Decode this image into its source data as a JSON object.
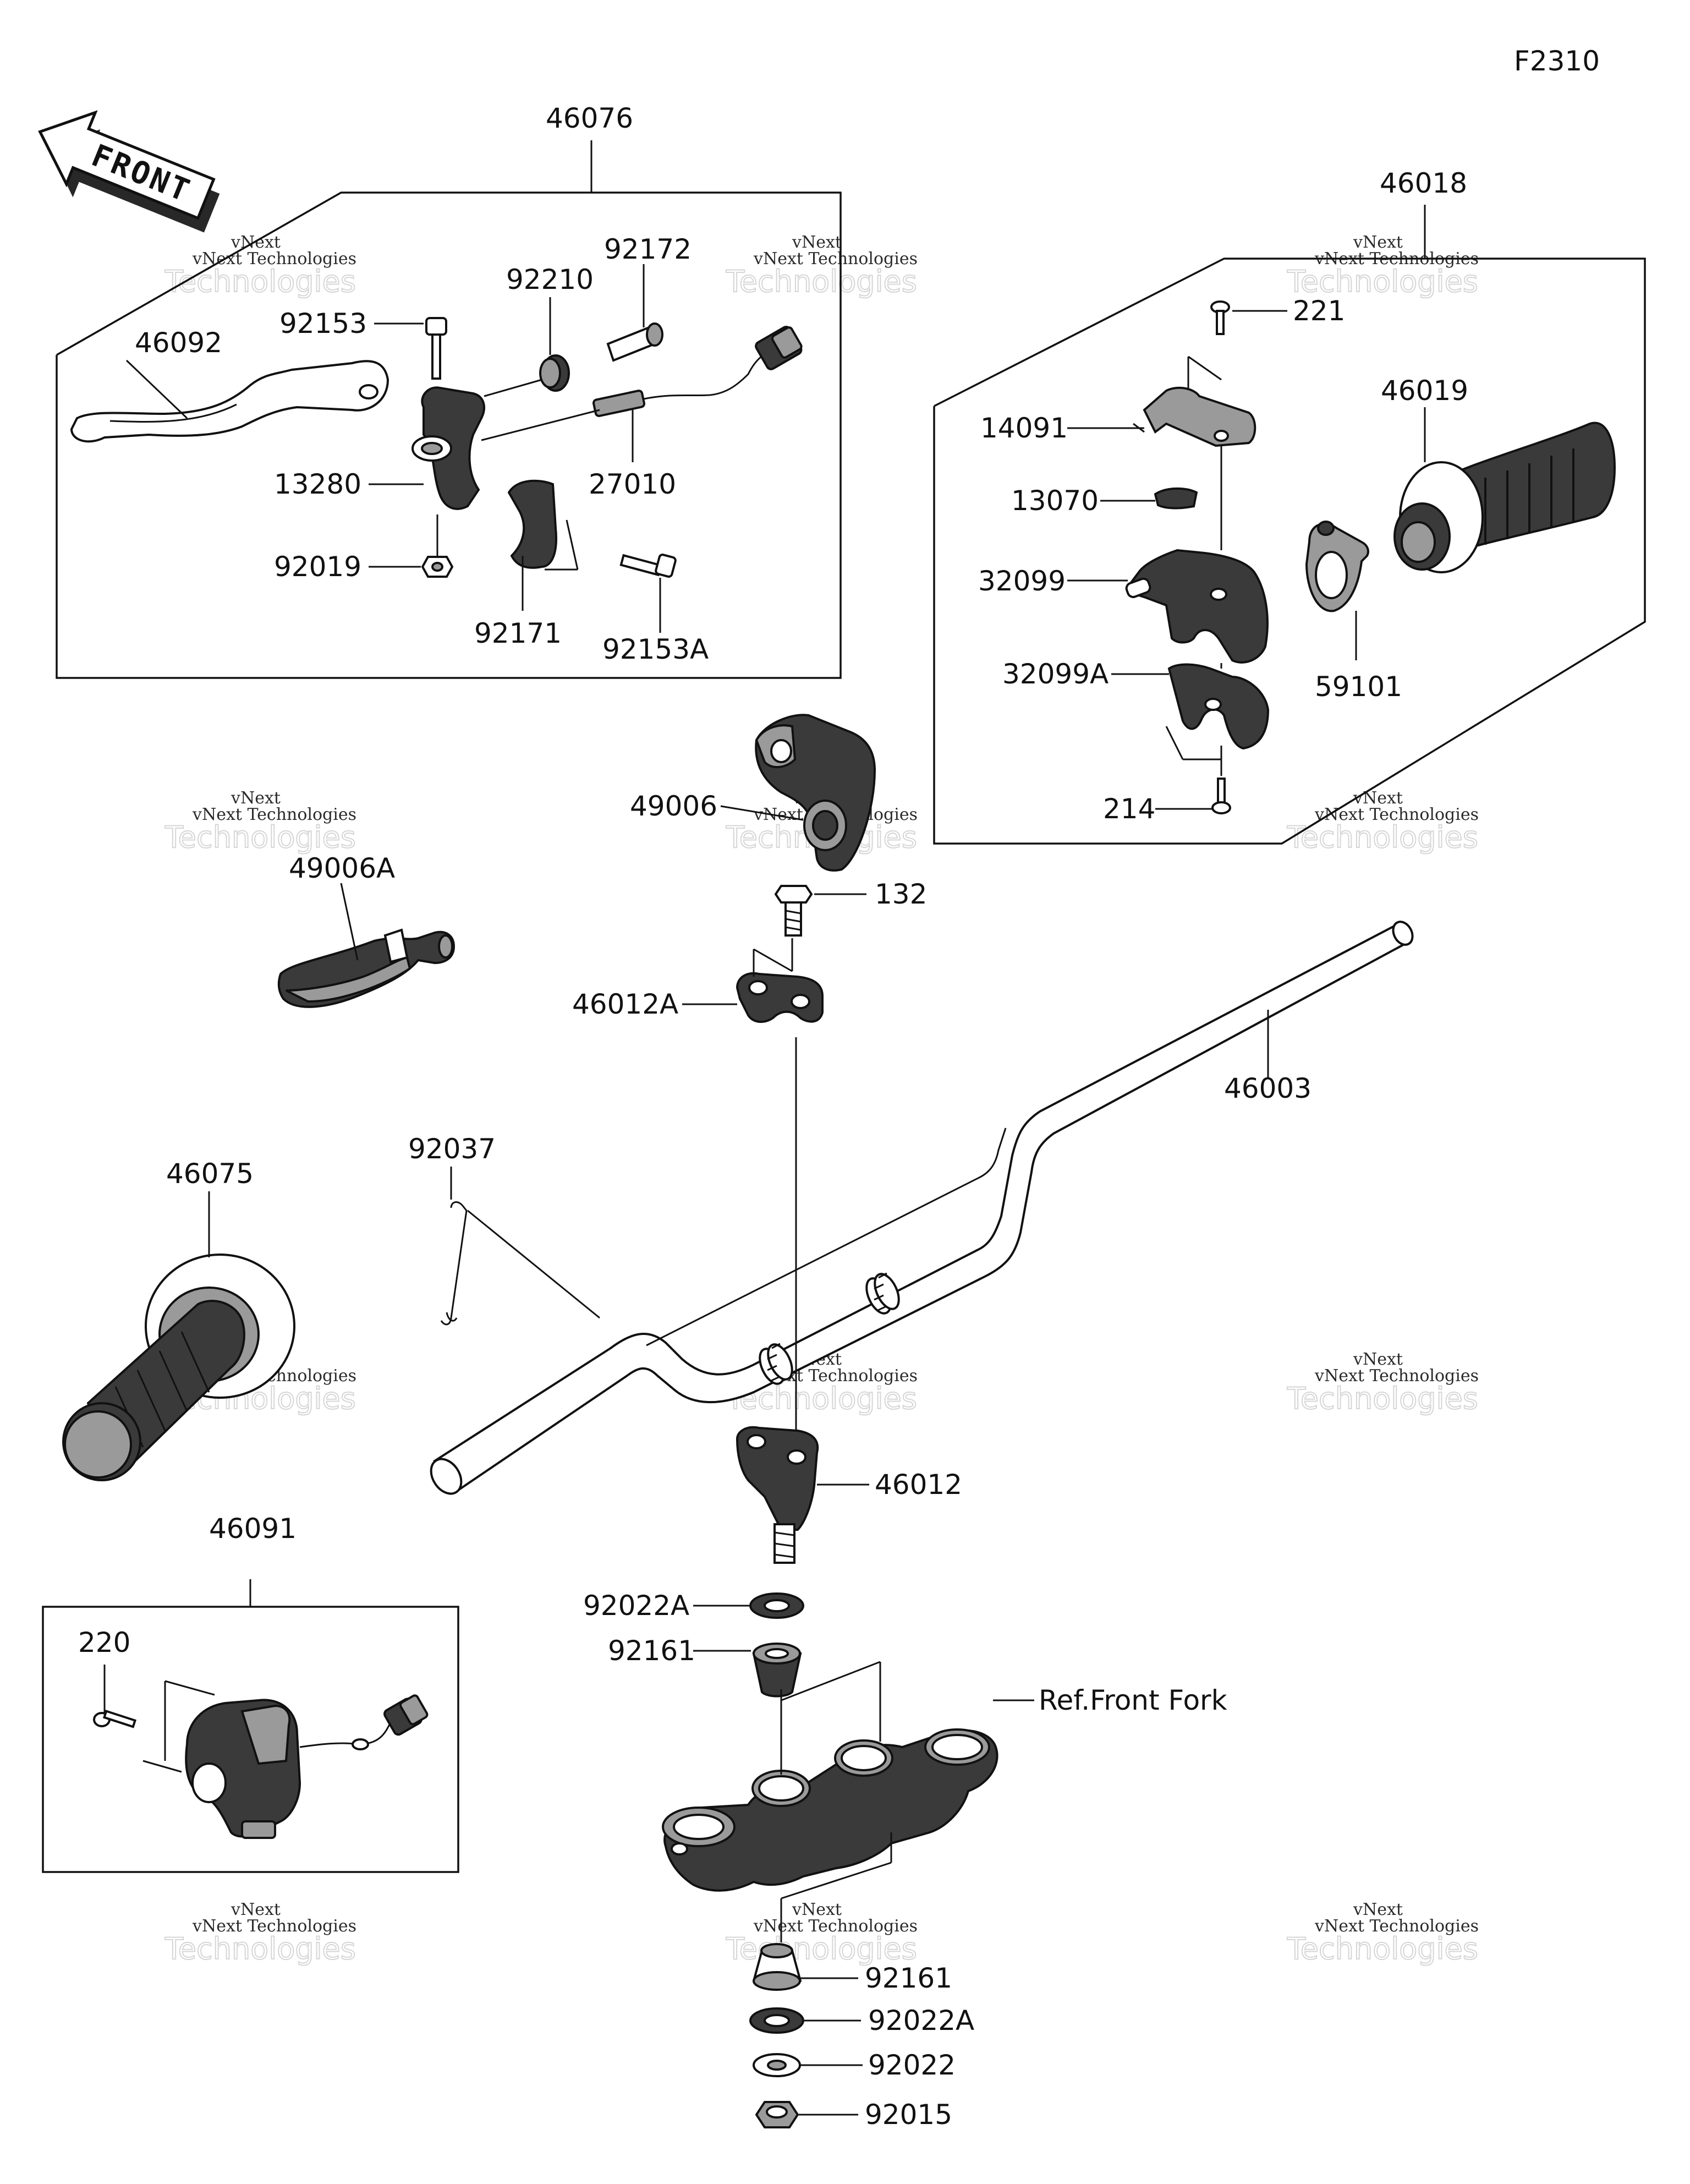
{
  "figure_code": "F2310",
  "front_arrow": "FRONT",
  "ref_text": "Ref.Front Fork",
  "watermark": {
    "line1": "vNext",
    "line2": "vNext Technologies",
    "line3": "Technologies"
  },
  "labels": {
    "p46076": "46076",
    "p46092": "46092",
    "p92153": "92153",
    "p92210": "92210",
    "p92172": "92172",
    "p13280": "13280",
    "p27010": "27010",
    "p92019": "92019",
    "p92171": "92171",
    "p92153A": "92153A",
    "p46018": "46018",
    "p221": "221",
    "p14091": "14091",
    "p46019": "46019",
    "p13070": "13070",
    "p32099": "32099",
    "p32099A": "32099A",
    "p59101": "59101",
    "p214": "214",
    "p49006": "49006",
    "p49006A": "49006A",
    "p132": "132",
    "p46012A": "46012A",
    "p46003": "46003",
    "p92037": "92037",
    "p46075": "46075",
    "p46012": "46012",
    "p46091": "46091",
    "p220": "220",
    "p92022A_top": "92022A",
    "p92161_top": "92161",
    "p92161_bot": "92161",
    "p92022A_bot": "92022A",
    "p92022": "92022",
    "p92015": "92015"
  },
  "colors": {
    "ink": "#111111",
    "dark_part": "#3a3a3a",
    "mid_part": "#9a9a9a",
    "background": "#ffffff"
  }
}
